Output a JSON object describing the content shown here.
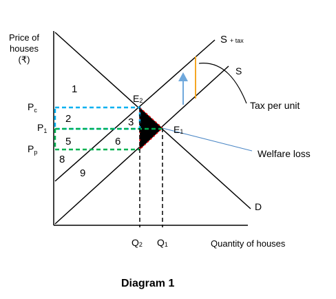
{
  "diagram": {
    "y_axis_label": [
      "Price of",
      "houses",
      "(₹)"
    ],
    "x_axis_label": "Quantity of houses",
    "prices": {
      "pc": {
        "main": "P",
        "sub": "c"
      },
      "p1": {
        "main": "P",
        "sub": "1"
      },
      "pp": {
        "main": "P",
        "sub": "p"
      }
    },
    "quantities": {
      "q2": {
        "main": "Q",
        "sub": "2"
      },
      "q1": {
        "main": "Q",
        "sub": "1"
      }
    },
    "equilibria": {
      "e2": {
        "main": "E",
        "sub": "2"
      },
      "e1": {
        "main": "E",
        "sub": "1"
      }
    },
    "curves": {
      "supply_tax": {
        "main": "S",
        "suffix": "+ tax"
      },
      "supply": "S",
      "demand": "D"
    },
    "regions": [
      "1",
      "2",
      "3",
      "5",
      "6",
      "8",
      "9"
    ],
    "annotations": {
      "tax_per_unit": "Tax per unit",
      "welfare_loss": "Welfare loss"
    },
    "caption": "Diagram 1",
    "colors": {
      "lines": "#000000",
      "dashed_pc": "#00b0f0",
      "dashed_p1": "#00b050",
      "dashed_pp": "#00b050",
      "welfare_border": "#ff0000",
      "tax_bar": "#f5a623",
      "arrow": "#6fa8dc",
      "welfare_pointer": "#4a86c5",
      "welfare_fill": "#000000"
    }
  }
}
